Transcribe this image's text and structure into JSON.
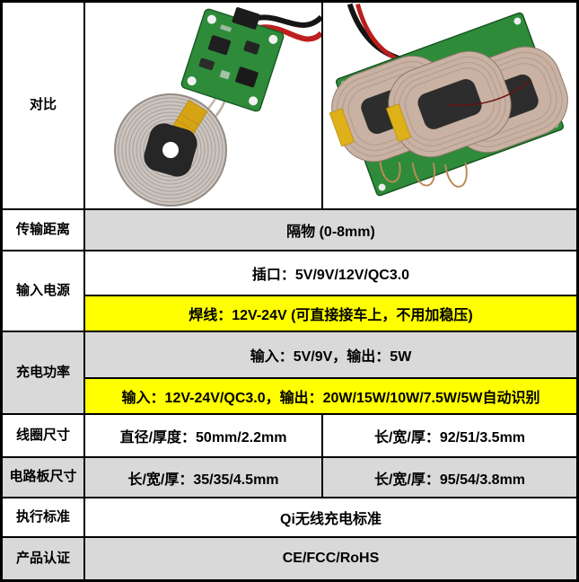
{
  "colors": {
    "header_gray": "#d9d9d9",
    "highlight_yellow": "#ffff00",
    "border_black": "#000000",
    "pcb_green": "#2e8b3a",
    "coil_copper": "#c9b2a3",
    "coil_silver": "#cbc4be",
    "tape_yellow": "#d6a315"
  },
  "images": {
    "left_name": "single-coil-wireless-charging-module-photo",
    "right_name": "triple-coil-wireless-charging-module-photo"
  },
  "rows": {
    "compare": {
      "label": "对比"
    },
    "distance": {
      "label": "传输距离",
      "value": "隔物 (0-8mm)"
    },
    "power_input": {
      "label": "输入电源",
      "sub1": "插口：5V/9V/12V/QC3.0",
      "sub2": "焊线：12V-24V (可直接接车上，不用加稳压)"
    },
    "charge_power": {
      "label": "充电功率",
      "sub1": "输入：5V/9V，输出：5W",
      "sub2": "输入：12V-24V/QC3.0，输出：20W/15W/10W/7.5W/5W自动识别"
    },
    "coil_size": {
      "label": "线圈尺寸",
      "left": "直径/厚度：50mm/2.2mm",
      "right": "长/宽/厚：92/51/3.5mm"
    },
    "pcb_size": {
      "label": "电路板尺寸",
      "left": "长/宽/厚：35/35/4.5mm",
      "right": "长/宽/厚：95/54/3.8mm"
    },
    "standard": {
      "label": "执行标准",
      "value": "Qi无线充电标准"
    },
    "certification": {
      "label": "产品认证",
      "value": "CE/FCC/RoHS"
    }
  }
}
